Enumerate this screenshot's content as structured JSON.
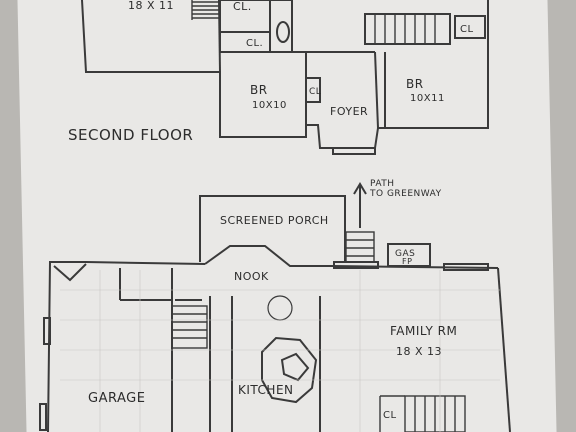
{
  "second_floor": {
    "title": "SECOND FLOOR",
    "rooms": [
      {
        "label": "18 X 11"
      },
      {
        "label": "CL."
      },
      {
        "label": "CL."
      },
      {
        "label": "CL"
      },
      {
        "label": "BR",
        "dimensions": "10X10"
      },
      {
        "label": "CL"
      },
      {
        "label": "FOYER"
      },
      {
        "label": "BR",
        "dimensions": "10X11"
      }
    ]
  },
  "first_floor": {
    "annotation": {
      "line1": "PATH",
      "line2": "TO GREENWAY"
    },
    "rooms": [
      {
        "label": "SCREENED PORCH"
      },
      {
        "label": "GAS",
        "sub": "FP"
      },
      {
        "label": "NOOK"
      },
      {
        "label": "FAMILY RM",
        "dimensions": "18 X 13"
      },
      {
        "label": "GARAGE"
      },
      {
        "label": "KITCHEN"
      },
      {
        "label": "CL"
      }
    ]
  },
  "colors": {
    "paper": "#e9e8e6",
    "pencil": "#3a3a3a",
    "background": "#b9b7b3"
  }
}
